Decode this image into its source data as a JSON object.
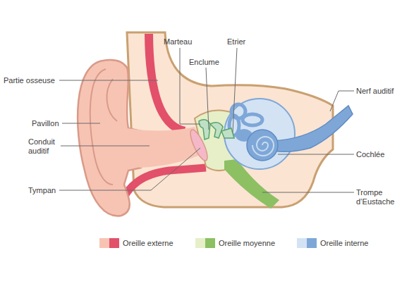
{
  "diagram": {
    "labels": [
      "Partie osseuse",
      "Pavillon",
      "Conduit auditif",
      "Tympan",
      "Marteau",
      "Enclume",
      "Etrier",
      "Nerf auditif",
      "Cochlée",
      "Trompe d’Eustache"
    ],
    "legend": [
      {
        "text": "Oreille externe",
        "color": "#e2506a"
      },
      {
        "text": "Oreille moyenne",
        "color": "#8cc063"
      },
      {
        "text": "Oreille interne",
        "color": "#7ea7d8"
      }
    ]
  }
}
